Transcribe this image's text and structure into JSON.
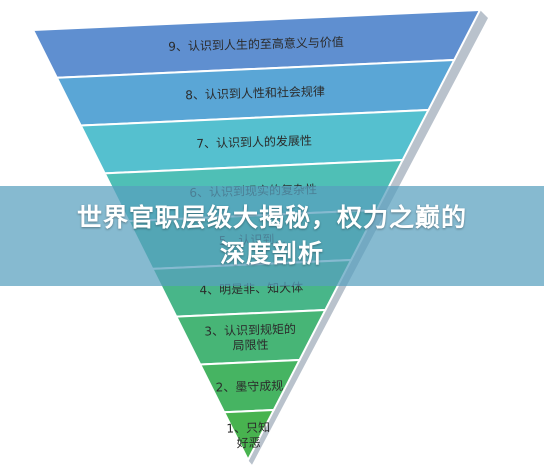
{
  "banner": {
    "line1": "世界官职层级大揭秘，权力之巅的",
    "line2": "深度剖析"
  },
  "pyramid": {
    "levels": [
      {
        "lines": [
          "9、认识到人生的至高意义与价值"
        ],
        "color": "#5f8fd0"
      },
      {
        "lines": [
          "8、认识到人性和社会规律"
        ],
        "color": "#5aa6d6"
      },
      {
        "lines": [
          "7、认识到人的发展性"
        ],
        "color": "#55c0cf"
      },
      {
        "lines": [
          "6、认识到现实的复杂性"
        ],
        "color": "#4fbfb6"
      },
      {
        "lines": [
          "5、认识到..."
        ],
        "color": "#4ab89f"
      },
      {
        "lines": [
          "4、明是非、知大体"
        ],
        "color": "#48b689"
      },
      {
        "lines": [
          "3、认识到规矩的",
          "局限性"
        ],
        "color": "#47b576"
      },
      {
        "lines": [
          "2、墨守成规"
        ],
        "color": "#46b462"
      },
      {
        "lines": [
          "1、只知",
          "好恶"
        ],
        "color": "#48b34f"
      }
    ]
  }
}
